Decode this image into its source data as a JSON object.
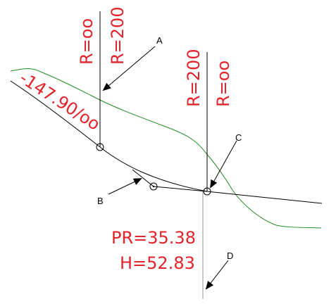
{
  "colors": {
    "background": "#ffffff",
    "alignment": "#000000",
    "profile": "#228b22",
    "annotation": "#e0242a"
  },
  "labels": {
    "radius_left_1": "R=oo",
    "radius_left_2": "R=200",
    "radius_right_1": "R=200",
    "radius_right_2": "R=oo",
    "slope_label": "-147.90/oo",
    "pr_value": "PR=35.38",
    "h_value": "H=52.83"
  },
  "callouts": {
    "a": "A",
    "b": "B",
    "c": "C",
    "d": "D"
  }
}
